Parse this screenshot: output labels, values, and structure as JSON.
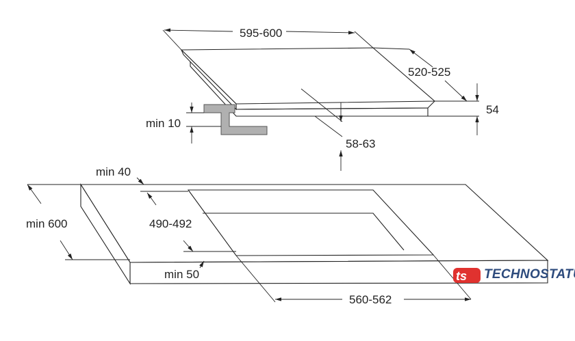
{
  "diagram": {
    "labels": {
      "width": "595-600",
      "depth": "520-525",
      "height": "54",
      "clearance": "min 10",
      "depth_inset": "58-63",
      "rear_margin": "min 40",
      "counter_depth": "min 600",
      "cutout_depth": "490-492",
      "front_margin": "min 50",
      "cutout_width": "560-562"
    }
  },
  "brand": {
    "name": "TECHNOSTATUS",
    "icon_letters": "ts",
    "color_red": "#e0322f",
    "color_blue": "#2c4a7c"
  }
}
